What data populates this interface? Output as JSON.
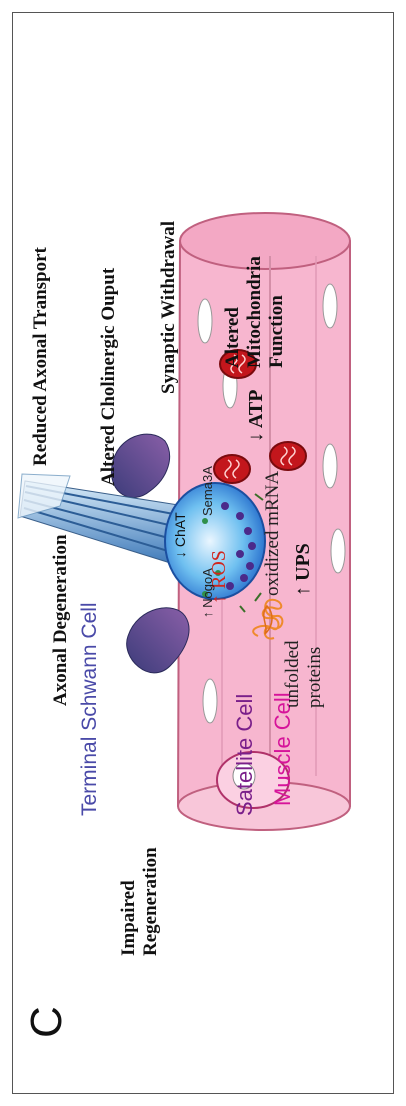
{
  "panel_letter": "C",
  "labels": {
    "impaired_regeneration": [
      "Impaired",
      "Regeneration"
    ],
    "terminal_schwann_cell": "Terminal Schwann Cell",
    "satellite_cell": "Satellite Cell",
    "muscle_cell": "Muscle Cell",
    "axonal_degeneration": "Axonal Degeneration",
    "unfolded_proteins": [
      "unfolded",
      "proteins"
    ],
    "oxidized_mrna": "oxidized mRNA",
    "ups": "↑ UPS",
    "ros": "↑ ROS",
    "atp": "↓ ATP",
    "chat": "↓ ChAT",
    "nogo": "↑ NogoA",
    "sema": "Sema3A",
    "reduced_axonal_transport": "Reduced Axonal Transport",
    "altered_cholinergic_output": "Altered Cholinergic Ouput",
    "synaptic_withdrawal": "Synaptic Withdrawal",
    "altered_mitochondria_function": [
      "Altered",
      "Mitochondria",
      "Function"
    ]
  },
  "colors": {
    "muscle": "#f7b6cf",
    "muscle_edge": "#c0607f",
    "schwann_text": "#4a4aa8",
    "satellite_text": "#7a1f8a",
    "muscle_text": "#d6149a",
    "ros": "#d0261e",
    "terminal": "#3a8fd8"
  }
}
